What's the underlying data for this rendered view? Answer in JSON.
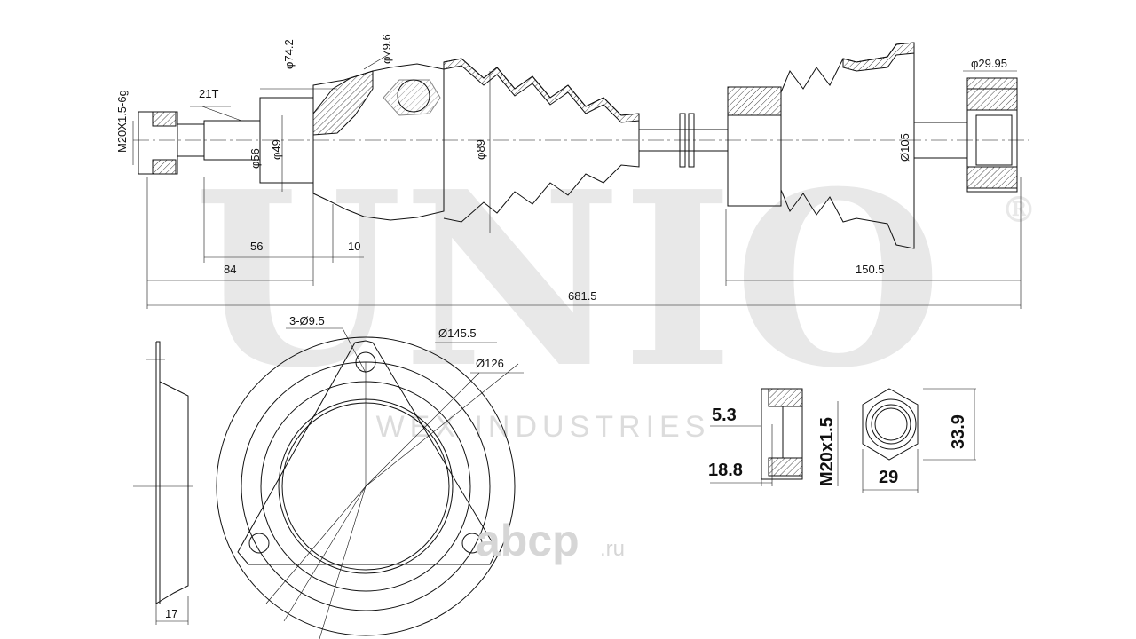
{
  "watermark": {
    "brand": "UNIO",
    "registered": "®",
    "company": "WEX INDUSTRIES"
  },
  "logo": {
    "name": "аbcp",
    "tld": ".ru"
  },
  "shaft": {
    "thread": "M20X1.5-6g",
    "splines": "21T",
    "d_74": "φ74.2",
    "d_79": "φ79.6",
    "d_56": "φ56",
    "d_49": "φ49",
    "d_89": "φ89",
    "d_105": "Ø105",
    "d_29": "φ29.95",
    "len_56": "56",
    "len_10": "10",
    "len_84": "84",
    "len_150": "150.5",
    "len_total": "681.5"
  },
  "flange": {
    "holes": "3-Ø9.5",
    "d_outer": "Ø145.5",
    "d_bolt": "Ø126",
    "thickness": "17"
  },
  "nut": {
    "h1": "5.3",
    "h2": "18.8",
    "thread": "M20x1.5",
    "across_flats": "29",
    "across_corners": "33.9"
  }
}
